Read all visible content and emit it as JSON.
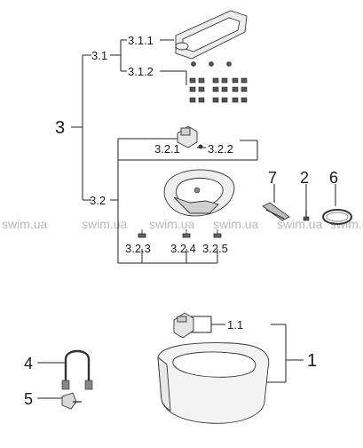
{
  "labels": {
    "l3": "3",
    "l3_1": "3.1",
    "l3_1_1": "3.1.1",
    "l3_1_2": "3.1.2",
    "l3_2": "3.2",
    "l3_2_1": "3.2.1",
    "l3_2_2": "3.2.2",
    "l3_2_3": "3.2.3",
    "l3_2_4": "3.2.4",
    "l3_2_5": "3.2.5",
    "l7": "7",
    "l2": "2",
    "l6": "6",
    "l1": "1",
    "l1_1": "1.1",
    "l4": "4",
    "l5": "5"
  },
  "watermarks": [
    "swim.ua",
    "swim.ua",
    "swim.ua",
    "swim.ua",
    "swim.ua",
    "swim.ua"
  ],
  "colors": {
    "line": "#222222",
    "watermark": "#b8b8b8",
    "part_fill": "#e6e6e6"
  }
}
